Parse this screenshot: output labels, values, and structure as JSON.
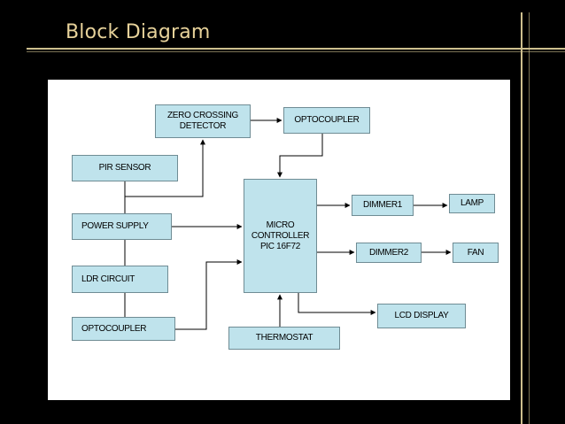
{
  "slide": {
    "title": "Block Diagram"
  },
  "diagram": {
    "blocks": {
      "zero_crossing": "ZERO CROSSING\nDETECTOR",
      "optocoupler_top": "OPTOCOUPLER",
      "pir_sensor": "PIR SENSOR",
      "power_supply": "POWER SUPPLY",
      "ldr_circuit": "LDR CIRCUIT",
      "optocoupler_bottom": "OPTOCOUPLER",
      "thermostat": "THERMOSTAT",
      "microcontroller": "MICRO\nCONTROLLER\nPIC 16F72",
      "dimmer1": "DIMMER1",
      "dimmer2": "DIMMER2",
      "lamp": "LAMP",
      "fan": "FAN",
      "lcd_display": "LCD DISPLAY"
    }
  },
  "colors": {
    "background": "#000000",
    "title": "#e7d29a",
    "block_fill": "#bfe3ec",
    "block_border": "#6f8c94",
    "frame_lines": "#cdbf8e"
  }
}
